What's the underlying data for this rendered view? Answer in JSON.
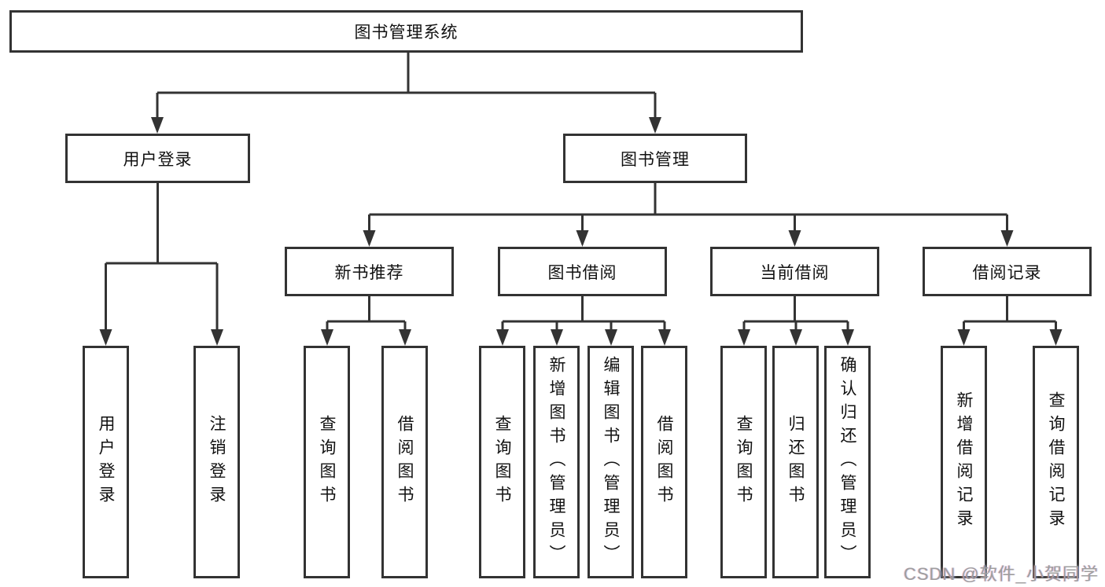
{
  "watermark": "CSDN @软件_小贺同学",
  "colors": {
    "line": "#333333",
    "box_border": "#333333",
    "text": "#111111",
    "background": "#ffffff",
    "watermark_gray": "#9e9e9e"
  },
  "tree": {
    "root": {
      "label": "图书管理系统"
    },
    "branches": [
      {
        "label": "用户登录",
        "children": [
          {
            "label": "用户登录"
          },
          {
            "label": "注销登录"
          }
        ]
      },
      {
        "label": "图书管理",
        "children": [
          {
            "label": "新书推荐",
            "children": [
              {
                "label": "查询图书"
              },
              {
                "label": "借阅图书"
              }
            ]
          },
          {
            "label": "图书借阅",
            "children": [
              {
                "label": "查询图书"
              },
              {
                "label": "新增图书（管理员）"
              },
              {
                "label": "编辑图书（管理员）"
              },
              {
                "label": "借阅图书"
              }
            ]
          },
          {
            "label": "当前借阅",
            "children": [
              {
                "label": "查询图书"
              },
              {
                "label": "归还图书"
              },
              {
                "label": "确认归还（管理员）"
              }
            ]
          },
          {
            "label": "借阅记录",
            "children": [
              {
                "label": "新增借阅记录"
              },
              {
                "label": "查询借阅记录"
              }
            ]
          }
        ]
      }
    ]
  }
}
